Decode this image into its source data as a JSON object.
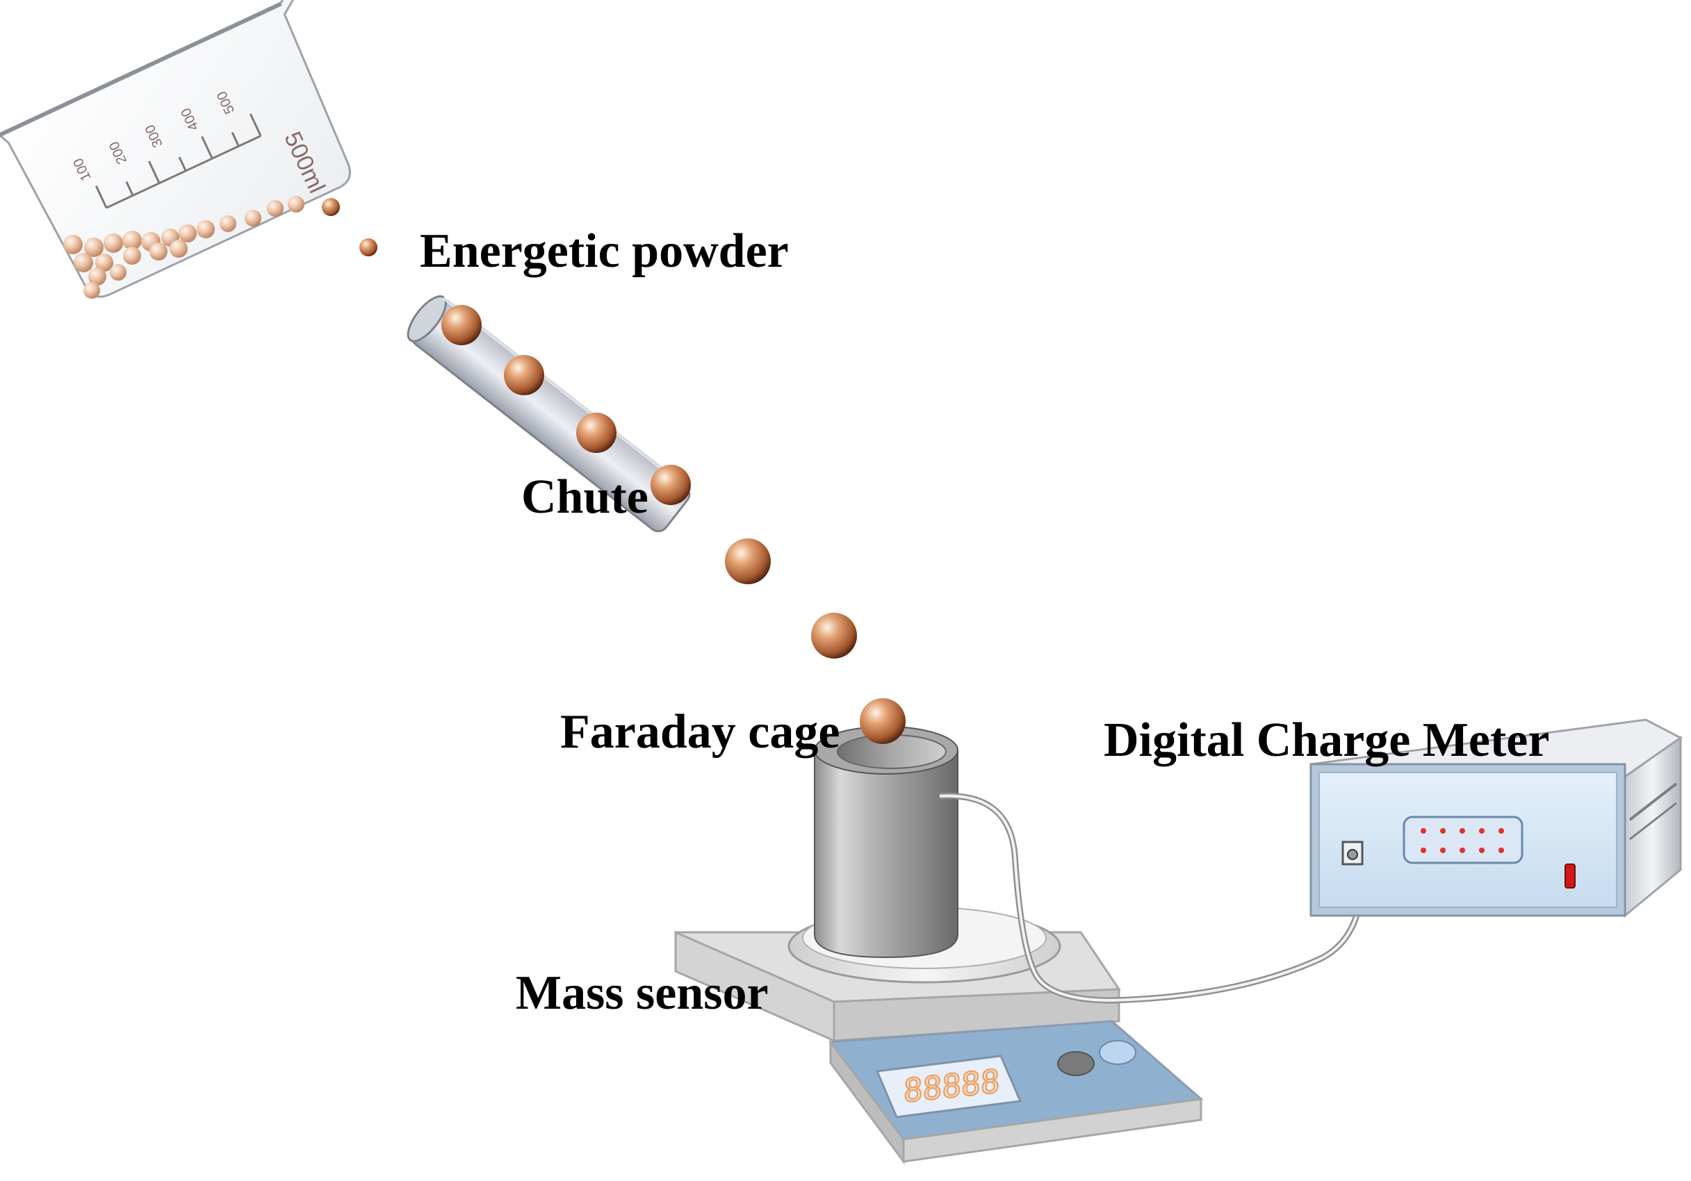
{
  "labels": {
    "powder": "Energetic powder",
    "chute": "Chute",
    "faraday": "Faraday cage",
    "meter": "Digital Charge Meter",
    "mass": "Mass sensor"
  },
  "beaker": {
    "volume_label": "500ml",
    "ticks": [
      "100",
      "200",
      "300",
      "400",
      "500"
    ]
  },
  "scale": {
    "display": "88888"
  },
  "colors": {
    "particle": "#d9956a",
    "display_digits": "#f0a060",
    "meter_lights": "#e03030",
    "meter_switch": "#d01818"
  }
}
